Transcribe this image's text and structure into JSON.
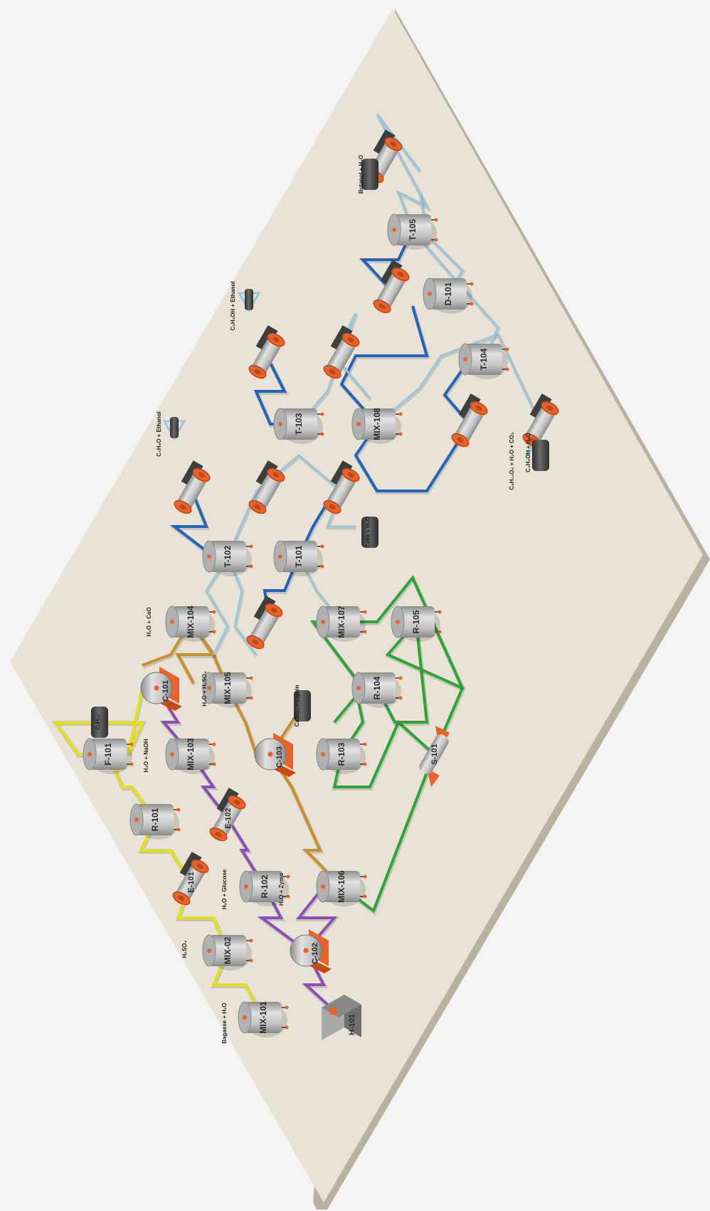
{
  "colors": {
    "background": "#f4f4f4",
    "platform_top": "#e8e3d6",
    "platform_side": "#b9b2a0",
    "vessel_body": "#c9c9c9",
    "vessel_shade": "#9a9a9a",
    "accent_orange": "#e8622a",
    "pipe_yellow": "#e3e21a",
    "pipe_purple": "#8a4fb6",
    "pipe_amber": "#c98f2c",
    "pipe_green": "#2ea33a",
    "pipe_blue": "#2563b8",
    "pipe_lightblue": "#9cc6dd",
    "storage_dark": "#4a4a4a"
  },
  "units": [
    {
      "id": "MIX-101",
      "type": "tank"
    },
    {
      "id": "MIX-02",
      "type": "tank"
    },
    {
      "id": "E-101",
      "type": "exchanger"
    },
    {
      "id": "R-101",
      "type": "tank"
    },
    {
      "id": "F-101",
      "type": "tank"
    },
    {
      "id": "MIX-103",
      "type": "tank"
    },
    {
      "id": "C-101",
      "type": "centrifuge"
    },
    {
      "id": "MIX-104",
      "type": "tank"
    },
    {
      "id": "MIX-105",
      "type": "tank"
    },
    {
      "id": "E-102",
      "type": "exchanger"
    },
    {
      "id": "R-102",
      "type": "tank"
    },
    {
      "id": "C-102",
      "type": "centrifuge"
    },
    {
      "id": "H-101",
      "type": "heater"
    },
    {
      "id": "MIX-106",
      "type": "tank"
    },
    {
      "id": "C-103",
      "type": "centrifuge"
    },
    {
      "id": "R-103",
      "type": "tank"
    },
    {
      "id": "R-104",
      "type": "tank"
    },
    {
      "id": "R-105",
      "type": "tank"
    },
    {
      "id": "S-101",
      "type": "separator"
    },
    {
      "id": "MIX-107",
      "type": "tank"
    },
    {
      "id": "T-101",
      "type": "tank"
    },
    {
      "id": "T-102",
      "type": "tank"
    },
    {
      "id": "T-103",
      "type": "tank"
    },
    {
      "id": "MIX-108",
      "type": "tank"
    },
    {
      "id": "T-104",
      "type": "tank"
    },
    {
      "id": "D-101",
      "type": "tank"
    },
    {
      "id": "T-105",
      "type": "tank"
    }
  ],
  "stream_labels": [
    {
      "id": "bagasse",
      "text": "Bagasse + H₂O"
    },
    {
      "id": "h2so4",
      "text": "H₂SO₄"
    },
    {
      "id": "h2o-naoh",
      "text": "H₂O + NaOH"
    },
    {
      "id": "h2o-cao",
      "text": "H₂O + CaO"
    },
    {
      "id": "h2o-h2so4",
      "text": "H₂O + H₂SO₄"
    },
    {
      "id": "h2o-glucose",
      "text": "H₂O + Glucose"
    },
    {
      "id": "h2o-zymo",
      "text": "H₂O + Zymo"
    },
    {
      "id": "c6h12",
      "text": "C₆H₁₂"
    },
    {
      "id": "gypsum",
      "text": "CaSO₄ + Lignin"
    },
    {
      "id": "cells",
      "text": "Cells + H₂O"
    },
    {
      "id": "butanol-h2o",
      "text": "Butanol + H₂O"
    },
    {
      "id": "ethanol-top",
      "text": "C₂H₅OH + Ethanol"
    },
    {
      "id": "acetone-top",
      "text": "C₃H₆O + Ethanol"
    },
    {
      "id": "waste",
      "text": "C₆H₁₂O₆ + H₂O + CO₂"
    },
    {
      "id": "product-bottom",
      "text": "C₄H₉OH + H₂O"
    }
  ]
}
